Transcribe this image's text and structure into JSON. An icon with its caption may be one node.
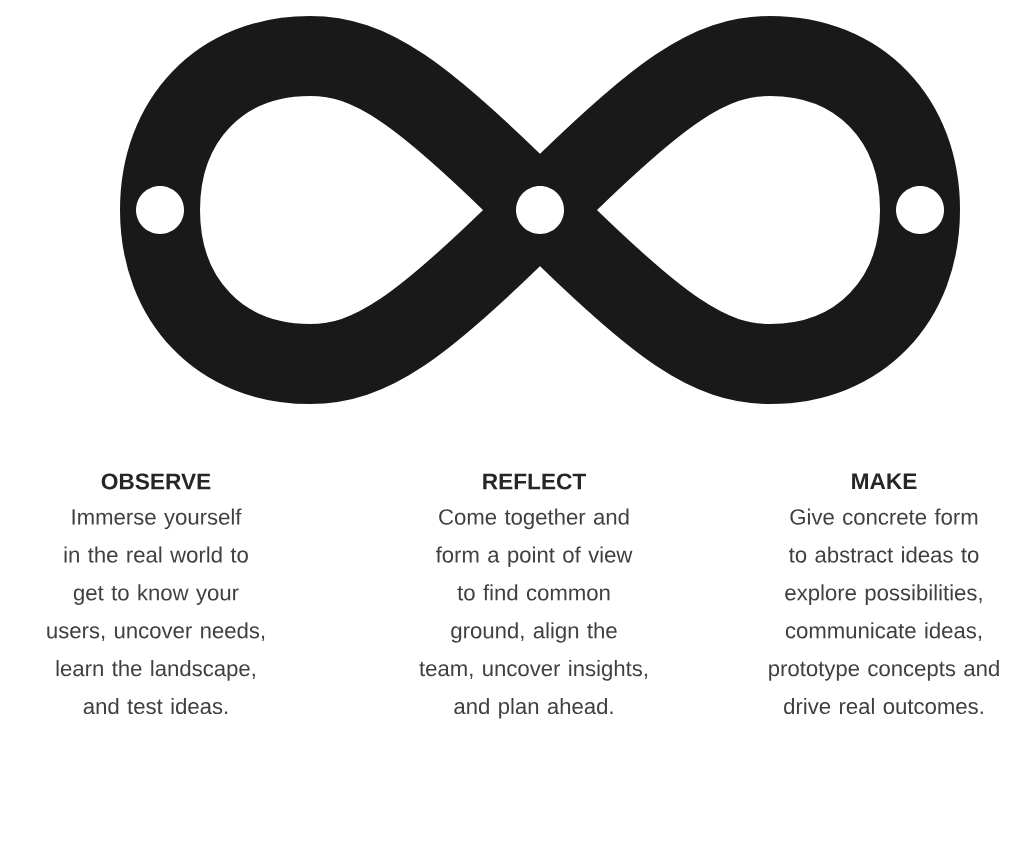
{
  "diagram": {
    "labels": [
      "OBSERVE",
      "Immerse yourself in the real world to get to know your users, uncover needs, learn the landscape, and test ideas.",
      "REFLECT",
      "Come together and form a point of view to find common ground, align the team, uncover insights, and plan ahead.",
      "MAKE",
      "Give concrete form to abstract ideas to explore possibilities, communicate ideas, prototype concepts and drive real outcomes."
    ]
  }
}
